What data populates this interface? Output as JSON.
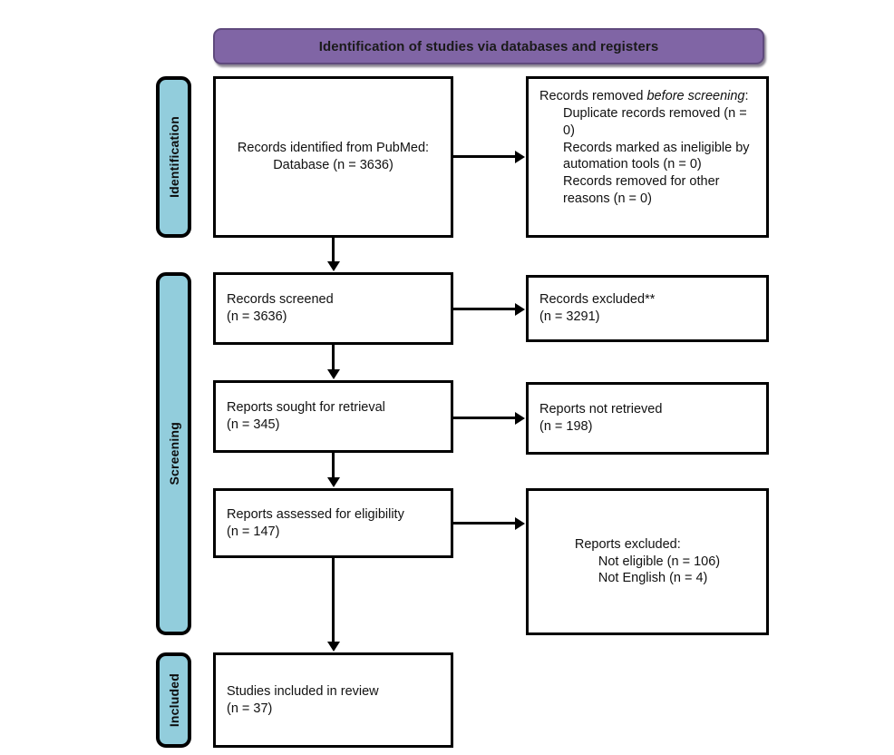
{
  "banner": {
    "title": "Identification of studies via databases and registers",
    "color": "#8065a5"
  },
  "phases": {
    "identification": "Identification",
    "screening": "Screening",
    "included": "Included",
    "color": "#92cddc"
  },
  "boxes": {
    "identified": "Records identified from PubMed:\nDatabase (n = 3636)",
    "removed_heading_a": "Records removed ",
    "removed_heading_italic": "before screening",
    "removed_heading_b": ":",
    "removed_item_1": "Duplicate records removed (n = 0)",
    "removed_item_2": "Records marked as ineligible by automation tools (n = 0)",
    "removed_item_3": "Records removed for other reasons (n = 0)",
    "screened": "Records screened\n(n = 3636)",
    "excluded": "Records excluded**\n(n = 3291)",
    "sought": "Reports sought for retrieval\n(n = 345)",
    "not_retrieved": "Reports not retrieved\n(n = 198)",
    "assessed": "Reports assessed for eligibility\n(n = 147)",
    "reports_excluded_heading": "Reports excluded:",
    "reports_excluded_item_1": "Not eligible (n = 106)",
    "reports_excluded_item_2": "Not English (n = 4)",
    "included": "Studies included in review\n(n = 37)"
  },
  "flow_data": {
    "type": "prisma-flow",
    "title": "Identification of studies via databases and registers",
    "nodes": [
      {
        "id": "identified",
        "phase": "Identification",
        "label": "Records identified from PubMed: Database",
        "n": 3636
      },
      {
        "id": "removed_before_screening",
        "phase": "Identification",
        "label": "Records removed before screening",
        "items": [
          {
            "label": "Duplicate records removed",
            "n": 0
          },
          {
            "label": "Records marked as ineligible by automation tools",
            "n": 0
          },
          {
            "label": "Records removed for other reasons",
            "n": 0
          }
        ]
      },
      {
        "id": "screened",
        "phase": "Screening",
        "label": "Records screened",
        "n": 3636
      },
      {
        "id": "excluded",
        "phase": "Screening",
        "label": "Records excluded**",
        "n": 3291
      },
      {
        "id": "sought",
        "phase": "Screening",
        "label": "Reports sought for retrieval",
        "n": 345
      },
      {
        "id": "not_retrieved",
        "phase": "Screening",
        "label": "Reports not retrieved",
        "n": 198
      },
      {
        "id": "assessed",
        "phase": "Screening",
        "label": "Reports assessed for eligibility",
        "n": 147
      },
      {
        "id": "reports_excluded",
        "phase": "Screening",
        "label": "Reports excluded",
        "items": [
          {
            "label": "Not eligible",
            "n": 106
          },
          {
            "label": "Not English",
            "n": 4
          }
        ]
      },
      {
        "id": "included",
        "phase": "Included",
        "label": "Studies included in review",
        "n": 37
      }
    ],
    "edges": [
      {
        "from": "identified",
        "to": "removed_before_screening",
        "direction": "right"
      },
      {
        "from": "identified",
        "to": "screened",
        "direction": "down"
      },
      {
        "from": "screened",
        "to": "excluded",
        "direction": "right"
      },
      {
        "from": "screened",
        "to": "sought",
        "direction": "down"
      },
      {
        "from": "sought",
        "to": "not_retrieved",
        "direction": "right"
      },
      {
        "from": "sought",
        "to": "assessed",
        "direction": "down"
      },
      {
        "from": "assessed",
        "to": "reports_excluded",
        "direction": "right"
      },
      {
        "from": "assessed",
        "to": "included",
        "direction": "down"
      }
    ]
  }
}
